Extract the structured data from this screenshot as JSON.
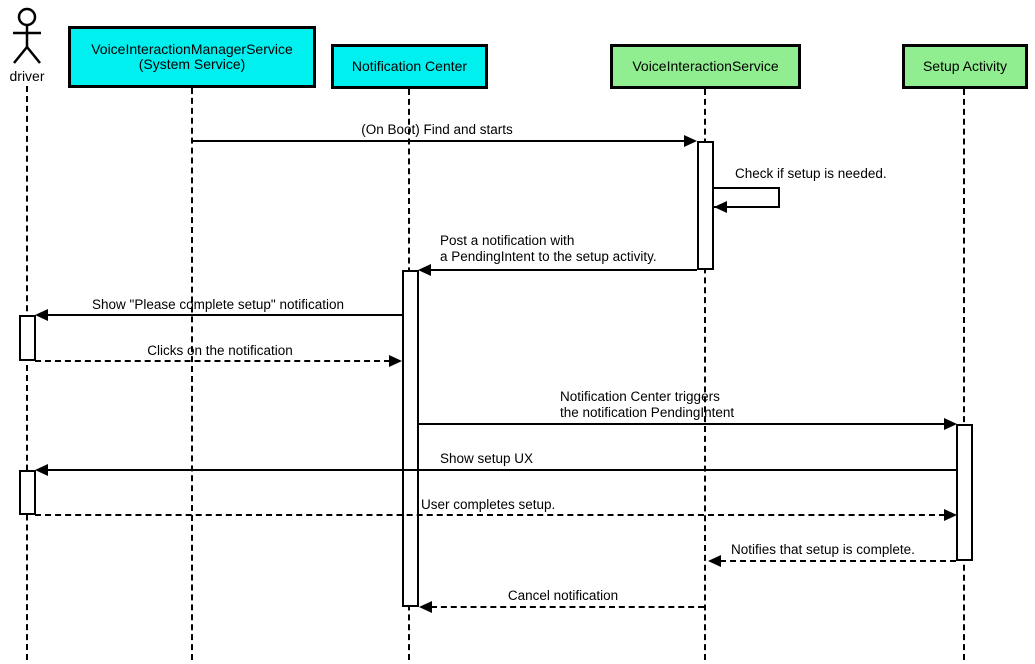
{
  "diagram_type": "uml-sequence-diagram",
  "colors": {
    "participant_system_fill": "#00F0F0",
    "participant_app_fill": "#90EE90",
    "line": "#000000",
    "background": "#FFFFFF"
  },
  "participants": {
    "driver": {
      "label": "driver",
      "kind": "actor"
    },
    "vims": {
      "line1": "VoiceInteractionManagerService",
      "line2": "(System Service)",
      "kind": "box",
      "fill": "#00F0F0"
    },
    "nc": {
      "label": "Notification Center",
      "kind": "box",
      "fill": "#00F0F0"
    },
    "vis": {
      "label": "VoiceInteractionService",
      "kind": "box",
      "fill": "#90EE90"
    },
    "setup": {
      "label": "Setup Activity",
      "kind": "box",
      "fill": "#90EE90"
    }
  },
  "messages": {
    "m1": {
      "label": "(On Boot) Find and starts",
      "from": "vims",
      "to": "vis",
      "line": "solid"
    },
    "m2": {
      "label": "Check if setup is needed.",
      "from": "vis",
      "to": "vis",
      "line": "solid",
      "self_message": true
    },
    "m3": {
      "label": "Post a notification with",
      "label2": "a PendingIntent to the setup activity.",
      "from": "vis",
      "to": "nc",
      "line": "solid"
    },
    "m4": {
      "label": "Show \"Please complete setup\" notification",
      "from": "nc",
      "to": "driver",
      "line": "solid"
    },
    "m5": {
      "label": "Clicks on the notification",
      "from": "driver",
      "to": "nc",
      "line": "dashed"
    },
    "m6": {
      "label": "Notification Center triggers",
      "label2": "the notification PendingIntent",
      "from": "nc",
      "to": "setup",
      "line": "solid"
    },
    "m7": {
      "label": "Show setup UX",
      "from": "setup",
      "to": "driver",
      "line": "solid"
    },
    "m8": {
      "label": "User completes setup.",
      "from": "driver",
      "to": "setup",
      "line": "dashed"
    },
    "m9": {
      "label": "Notifies that setup is complete.",
      "from": "setup",
      "to": "vis",
      "line": "dashed"
    },
    "m10": {
      "label": "Cancel notification",
      "from": "vis",
      "to": "nc",
      "line": "dashed"
    }
  }
}
